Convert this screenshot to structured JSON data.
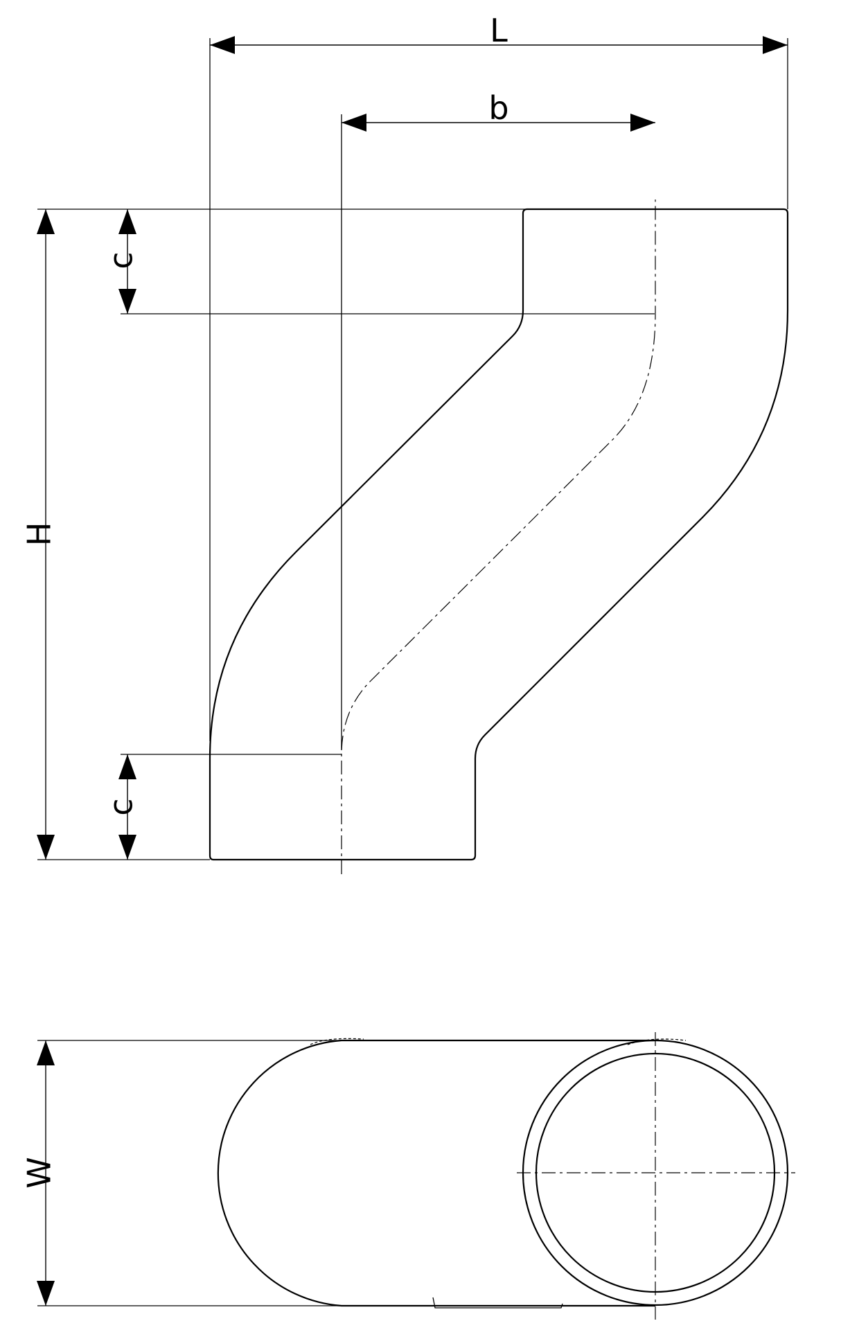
{
  "colors": {
    "line": "#000000",
    "background": "#ffffff"
  },
  "side_view": {
    "labels": {
      "length": "L",
      "offset": "b",
      "height": "H",
      "socket_top": "c",
      "socket_bottom": "c"
    }
  },
  "end_view": {
    "labels": {
      "width": "W"
    }
  }
}
